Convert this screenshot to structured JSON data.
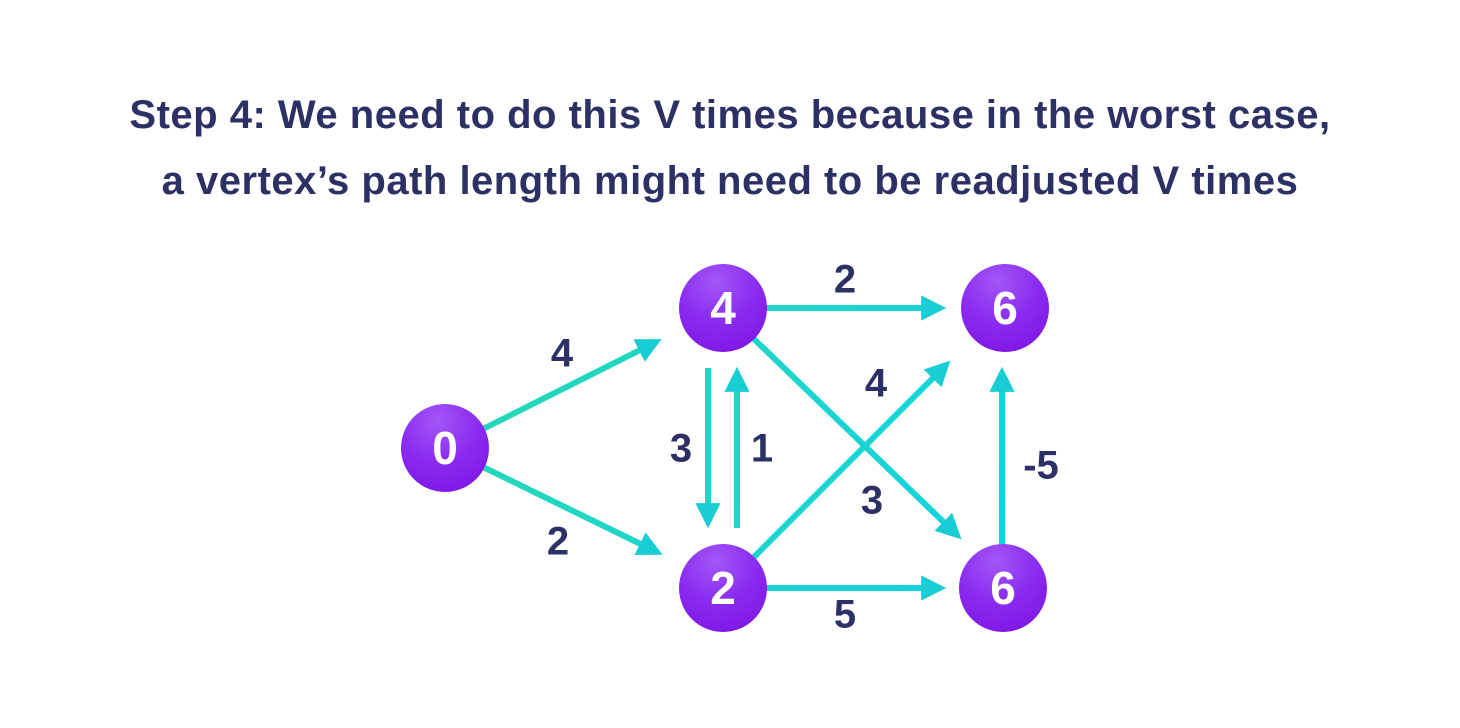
{
  "title": {
    "line1": "Step 4: We need to do this V times because in the worst case,",
    "line2": "a vertex’s path length might need to be readjusted V times"
  },
  "graph": {
    "description": "Directed weighted graph for Bellman-Ford algorithm step illustration",
    "nodes": [
      {
        "id": "source",
        "label": "0"
      },
      {
        "id": "top-middle",
        "label": "4"
      },
      {
        "id": "top-right",
        "label": "6"
      },
      {
        "id": "bottom-middle",
        "label": "2"
      },
      {
        "id": "bottom-right",
        "label": "6"
      }
    ],
    "edge_weights": {
      "e_0_4": "4",
      "e_0_2": "2",
      "e_4_6top": "2",
      "e_4_2": "3",
      "e_2_4": "1",
      "e_2_6top": "4",
      "e_4_6bottom": "3",
      "e_2_6bottom": "5",
      "e_6bottom_6top": "-5"
    },
    "edges": [
      {
        "from": "0",
        "to": "4 (top-middle)",
        "weight": "4"
      },
      {
        "from": "0",
        "to": "2 (bottom-middle)",
        "weight": "2"
      },
      {
        "from": "4 (top-middle)",
        "to": "6 (top-right)",
        "weight": "2"
      },
      {
        "from": "4 (top-middle)",
        "to": "2 (bottom-middle)",
        "weight": "3"
      },
      {
        "from": "2 (bottom-middle)",
        "to": "4 (top-middle)",
        "weight": "1"
      },
      {
        "from": "2 (bottom-middle)",
        "to": "6 (top-right)",
        "weight": "4"
      },
      {
        "from": "4 (top-middle)",
        "to": "6 (bottom-right)",
        "weight": "3"
      },
      {
        "from": "2 (bottom-middle)",
        "to": "6 (bottom-right)",
        "weight": "5"
      },
      {
        "from": "6 (bottom-right)",
        "to": "6 (top-right)",
        "weight": "-5"
      }
    ]
  },
  "colors": {
    "background": "#ffffff",
    "text_navy": "#2d3064",
    "arrow_teal_start": "#27d8b2",
    "arrow_teal_end": "#12d2e6",
    "arrowhead": "#19cdd4",
    "node_purple_light": "#a257f6",
    "node_purple_dark": "#7a0fdf",
    "node_text": "#ffffff"
  }
}
